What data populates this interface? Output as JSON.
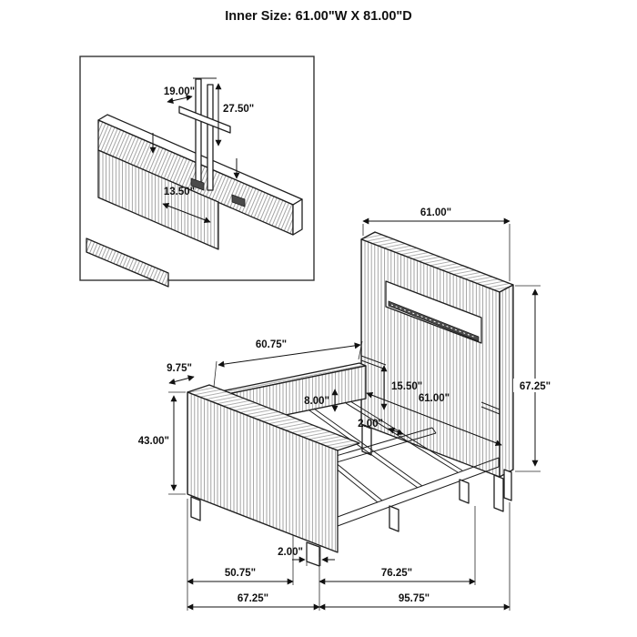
{
  "title": "Inner Size: 61.00\"W X 81.00\"D",
  "inset": {
    "bracket_width": "19.00\"",
    "bracket_height": "27.50\"",
    "bracket_offset": "13.50\""
  },
  "dims": {
    "headboard_width": "61.00\"",
    "headboard_height": "67.25\"",
    "rail_length": "60.75\"",
    "rail_top_depth": "9.75\"",
    "footboard_height": "43.00\"",
    "slat_height": "8.00\"",
    "slat_spacing": "15.50\"",
    "inner_width": "61.00\"",
    "center_rail_width": "2.00\"",
    "leg_width": "2.00\"",
    "footboard_inner_span": "50.75\"",
    "frame_span": "76.25\"",
    "footboard_outer_width": "67.25\"",
    "overall_depth": "95.75\""
  }
}
